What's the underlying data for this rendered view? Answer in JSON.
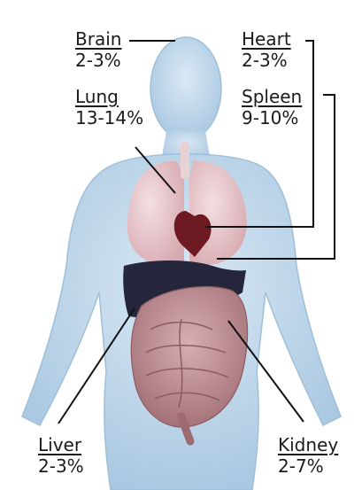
{
  "labels": {
    "brain": {
      "name": "Brain",
      "value": "2-3%"
    },
    "lung": {
      "name": "Lung",
      "value": "13-14%"
    },
    "heart": {
      "name": "Heart",
      "value": "2-3%"
    },
    "spleen": {
      "name": "Spleen",
      "value": "9-10%"
    },
    "liver": {
      "name": "Liver",
      "value": "2-3%"
    },
    "kidney": {
      "name": "Kidney",
      "value": "2-7%"
    }
  },
  "colors": {
    "body": "#bcd6ea",
    "lung": "#e9c9cd",
    "liver": "#25253c",
    "intestine": "#b9868b",
    "heart": "#6d1a22",
    "leader_line": "#111111"
  }
}
